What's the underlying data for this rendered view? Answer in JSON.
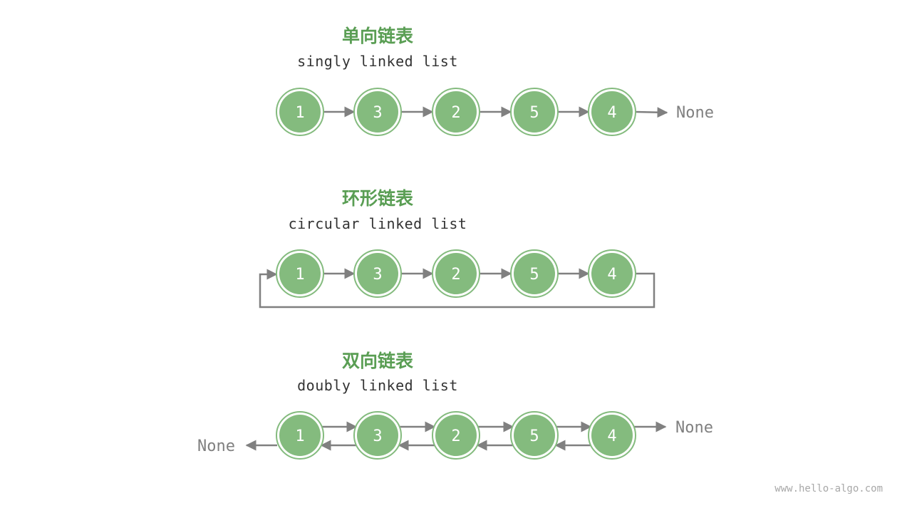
{
  "lists": [
    {
      "type": "singly",
      "title_cn": "单向链表",
      "title_en": "singly linked list",
      "nodes": [
        "1",
        "3",
        "2",
        "5",
        "4"
      ],
      "none_right": "None"
    },
    {
      "type": "circular",
      "title_cn": "环形链表",
      "title_en": "circular linked list",
      "nodes": [
        "1",
        "3",
        "2",
        "5",
        "4"
      ]
    },
    {
      "type": "doubly",
      "title_cn": "双向链表",
      "title_en": "doubly linked list",
      "nodes": [
        "1",
        "3",
        "2",
        "5",
        "4"
      ],
      "none_right": "None",
      "none_left": "None"
    }
  ],
  "watermark": "www.hello-algo.com",
  "colors": {
    "node_fill": "#84bb7e",
    "title": "#5a9e54",
    "arrow": "#808080"
  }
}
